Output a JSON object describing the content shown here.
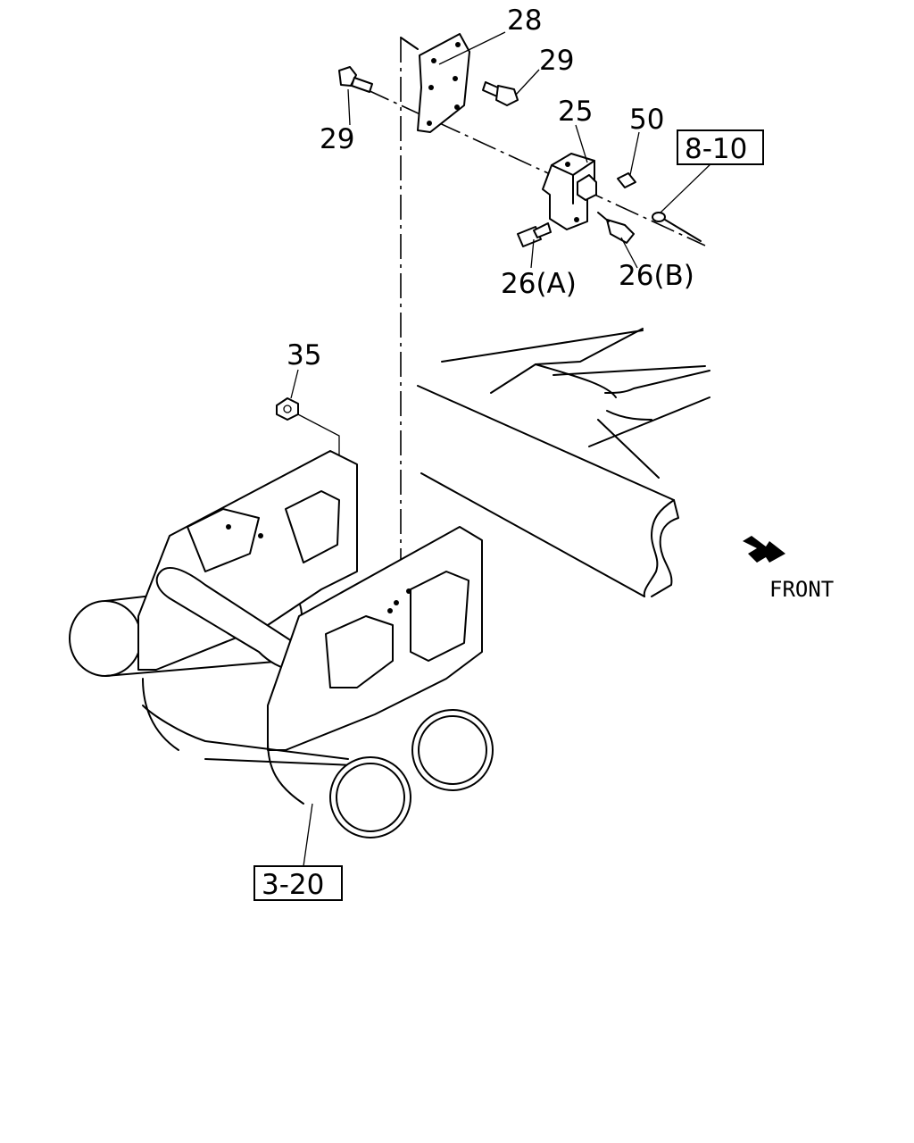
{
  "labels": {
    "part_28": "28",
    "part_29_right": "29",
    "part_29_left": "29",
    "part_25": "25",
    "part_50": "50",
    "part_26a": "26(A)",
    "part_26b": "26(B)",
    "part_35": "35",
    "ref_8_10": "8-10",
    "ref_3_20": "3-20",
    "front": "FRONT"
  },
  "icons": {
    "front_arrow": "front-arrow-icon"
  }
}
